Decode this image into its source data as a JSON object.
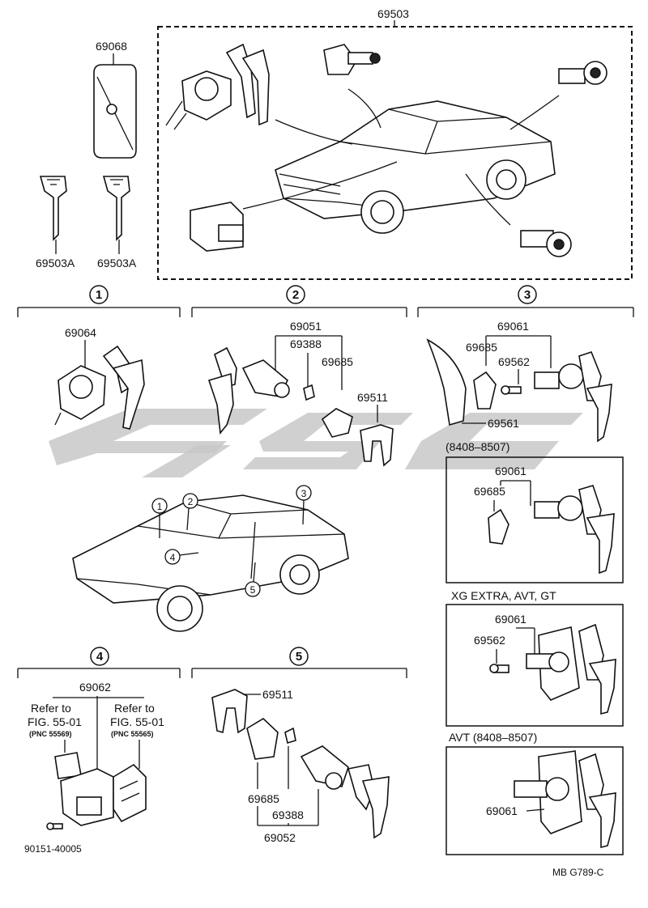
{
  "top_section": {
    "key_set_label": "69503",
    "cover_label": "69068",
    "key_left_label": "69503A",
    "key_right_label": "69503A"
  },
  "section_1": {
    "number": "1",
    "cylinder_label": "69064"
  },
  "section_2": {
    "number": "2",
    "cylinder_assy_label": "69051",
    "retainer_label": "69388",
    "gasket_label": "69685",
    "clip_label": "69511"
  },
  "section_3": {
    "number": "3",
    "cylinder_assy_label": "69061",
    "gasket_label": "69685",
    "pin_label": "69562",
    "bracket_label": "69561"
  },
  "car_callouts": [
    "1",
    "2",
    "3",
    "4",
    "5"
  ],
  "box_a": {
    "title": "(8408–8507)",
    "cylinder_label": "69061",
    "gasket_label": "69685"
  },
  "box_b": {
    "title": "XG  EXTRA, AVT, GT",
    "cylinder_label": "69061",
    "pin_label": "69562"
  },
  "box_c": {
    "title": "AVT  (8408–8507)",
    "cylinder_label": "69061"
  },
  "section_4": {
    "number": "4",
    "assy_label": "69062",
    "refer_left_1": "Refer to",
    "refer_left_2": "FIG. 55-01",
    "refer_left_3": "(PNC 55569)",
    "refer_right_1": "Refer to",
    "refer_right_2": "FIG. 55-01",
    "refer_right_3": "(PNC 55565)",
    "screw_label": "90151-40005"
  },
  "section_5": {
    "number": "5",
    "clip_label": "69511",
    "gasket_label": "69685",
    "retainer_label": "69388",
    "assy_label": "69052"
  },
  "footer": {
    "code": "MB   G789-C"
  },
  "watermark": {
    "color": "#c8c8c8"
  }
}
